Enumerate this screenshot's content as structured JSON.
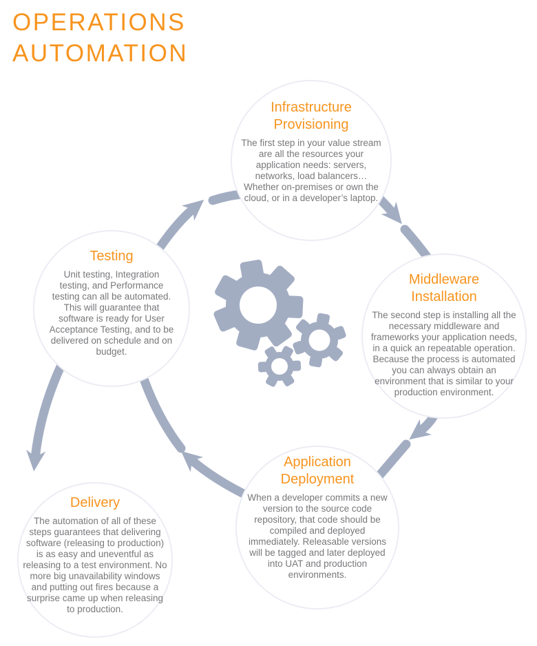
{
  "title": "OPERATIONS AUTOMATION",
  "colors": {
    "accent_orange": "#F7941E",
    "body_text_gray": "#77787B",
    "shape_slate": "#A3ADC2",
    "circle_border": "#ECEDF4",
    "background": "#FFFFFF"
  },
  "icons": {
    "center": "gears-icon",
    "flow_arrows": [
      "flow-arrow-top-left",
      "flow-arrow-top-right",
      "flow-arrow-right",
      "flow-arrow-bottom",
      "flow-arrow-left"
    ]
  },
  "steps": [
    {
      "id": "infrastructure-provisioning",
      "title": "Infrastructure Provisioning",
      "description": "The first step in your value stream are all the resources your application needs: servers, networks, load balancers… Whether on-premises or own the cloud, or in a developer’s laptop."
    },
    {
      "id": "middleware-installation",
      "title": "Middleware Installation",
      "description": "The second step is installing all the necessary middleware and frameworks your application needs, in a quick an repeatable operation. Because the process is automated you can always obtain an environment that is similar to your production environment."
    },
    {
      "id": "application-deployment",
      "title": "Application Deployment",
      "description": "When a developer commits a new version to the source code repository, that code should be compiled and deployed immediately. Releasable versions will be tagged and later deployed into UAT and production environments."
    },
    {
      "id": "testing",
      "title": "Testing",
      "description": "Unit testing, Integration testing, and Performance testing can all be automated. This will guarantee that software is ready for User Acceptance Testing, and to be delivered on schedule and on budget."
    },
    {
      "id": "delivery",
      "title": "Delivery",
      "description": "The automation of all of these steps guarantees that delivering software (releasing to production) is as easy and uneventful as releasing to a test environment. No more big unavailability windows and putting out fires because a surprise came up when releasing to production."
    }
  ]
}
